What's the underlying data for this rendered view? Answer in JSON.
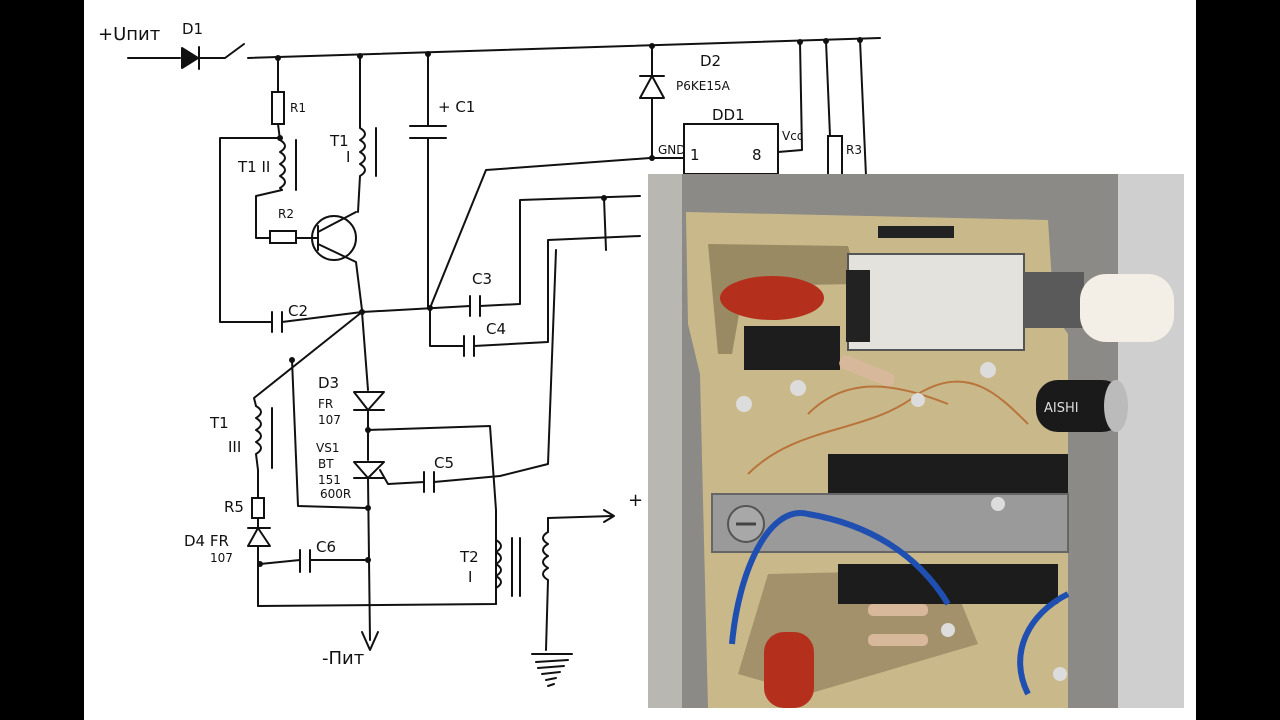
{
  "labels": {
    "supply": "+Uпит",
    "d1": "D1",
    "r1": "R1",
    "t1_ii": "T1 II",
    "r2": "R2",
    "t1_i": "T1",
    "t1_i_roman": "I",
    "c1": "+ C1",
    "d2": "D2",
    "d2_part": "P6KE15A",
    "dd1": "DD1",
    "gnd": "GND",
    "pin1": "1",
    "pin8": "8",
    "vcc": "Vcc",
    "r3": "R3",
    "c2": "C2",
    "c3": "C3",
    "c4": "C4",
    "d3": "D3",
    "d3_part_a": "FR",
    "d3_part_b": "107",
    "vs1": "VS1",
    "vs1_part_a": "BT",
    "vs1_part_b": "151",
    "vs1_part_c": "600R",
    "c5": "C5",
    "t1_iii": "T1",
    "t1_iii_roman": "III",
    "r5": "R5",
    "d4": "D4 FR",
    "d4_part": "107",
    "c6": "C6",
    "t2": "T2",
    "t2_roman": "I",
    "minus": "-Пит",
    "plus_out": "+",
    "capacitor_print": "AISHI"
  },
  "colors": {
    "ink": "#111111",
    "paper": "#ffffff",
    "board": "#c9b98a",
    "enclosure": "#8c8a86",
    "capacitor_red": "#b5301c",
    "wire_blue": "#1f4fb0"
  }
}
